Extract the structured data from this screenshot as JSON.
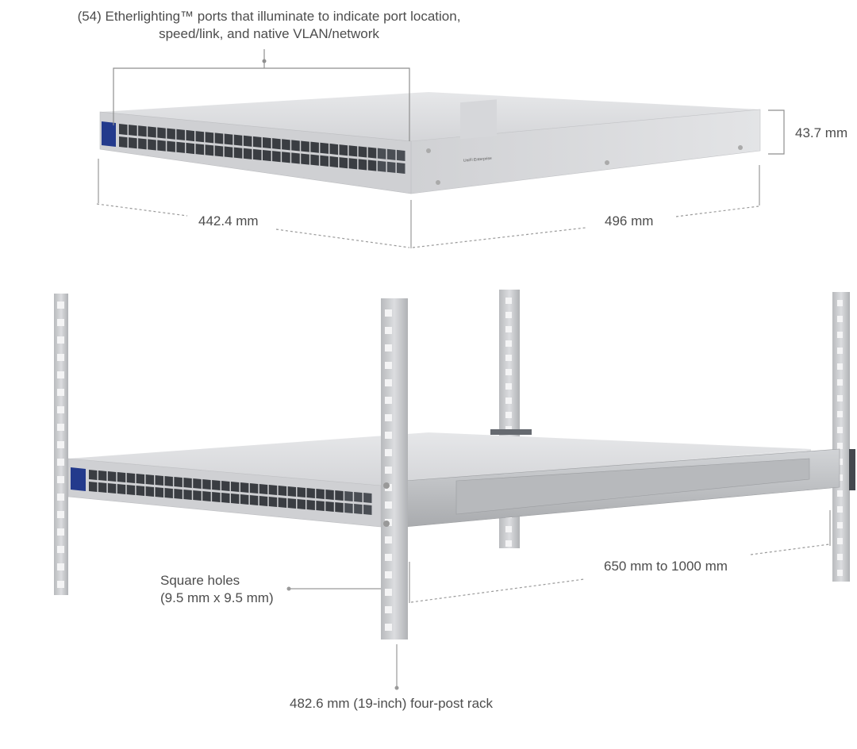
{
  "top_figure": {
    "callout_line1": "(54) Etherlighting™ ports that illuminate to indicate port location,",
    "callout_line2": "speed/link, and native VLAN/network",
    "height_label": "43.7 mm",
    "width_label": "442.4 mm",
    "depth_label": "496 mm",
    "rear_label_line1": "UniFi Enterprise"
  },
  "bottom_figure": {
    "holes_line1": "Square holes",
    "holes_line2": "(9.5 mm x 9.5 mm)",
    "rail_depth_label": "650 mm to 1000 mm",
    "rack_label": "482.6 mm (19-inch) four-post rack"
  },
  "colors": {
    "device_top": "#d9dadc",
    "device_front": "#c9cacc",
    "port_dark": "#3a3d42",
    "badge_blue": "#233a8c",
    "rack_post": "#c4c6c9",
    "annotation_line": "#9a9a9a"
  }
}
